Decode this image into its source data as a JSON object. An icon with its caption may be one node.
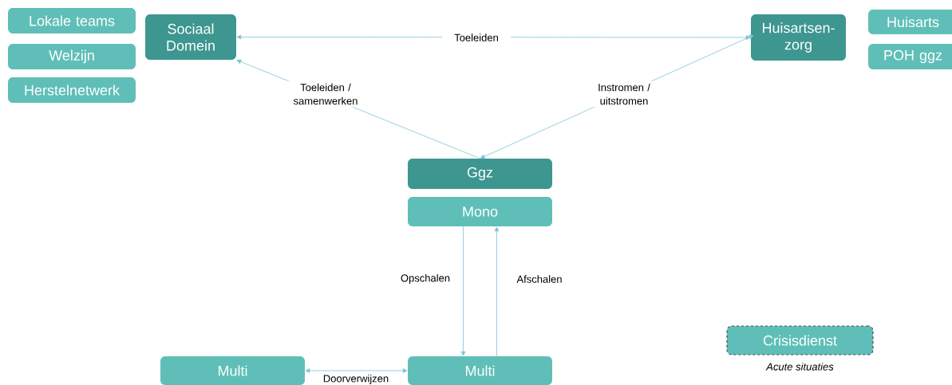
{
  "diagram": {
    "nodes": [
      {
        "text": [
          "Lokale teams"
        ]
      },
      {
        "text": [
          "Welzijn"
        ]
      },
      {
        "text": [
          "Herstelnetwerk"
        ]
      },
      {
        "text": [
          "Sociaal Domein"
        ]
      },
      {
        "text": [
          "Huisartsen- zorg"
        ]
      },
      {
        "text": [
          "Huisarts"
        ]
      },
      {
        "text": [
          "POH ggz"
        ]
      },
      {
        "text": [
          "Ggz"
        ]
      },
      {
        "text": [
          "Mono"
        ]
      },
      {
        "text": [
          "Multi"
        ]
      },
      {
        "text": [
          "Multi"
        ]
      },
      {
        "text": [
          "Crisisdienst"
        ],
        "beside": [
          "Acute situaties"
        ]
      }
    ],
    "edges": [
      {
        "from": 3,
        "to": 4,
        "arrow": "both",
        "label": "Toeleiden"
      },
      {
        "from": 7,
        "to": 3,
        "arrow": "to",
        "label": "Toeleiden / samenwerken"
      },
      {
        "from": 7,
        "to": 4,
        "arrow": "both",
        "label": "Instromen / uitstromen"
      },
      {
        "from": 8,
        "to": 10,
        "arrow": "to",
        "label": "Opschalen"
      },
      {
        "from": 10,
        "to": 8,
        "arrow": "to",
        "label": "Afschalen"
      },
      {
        "from": 9,
        "to": 10,
        "arrow": "both",
        "label": "Doorverwijzen"
      }
    ]
  }
}
